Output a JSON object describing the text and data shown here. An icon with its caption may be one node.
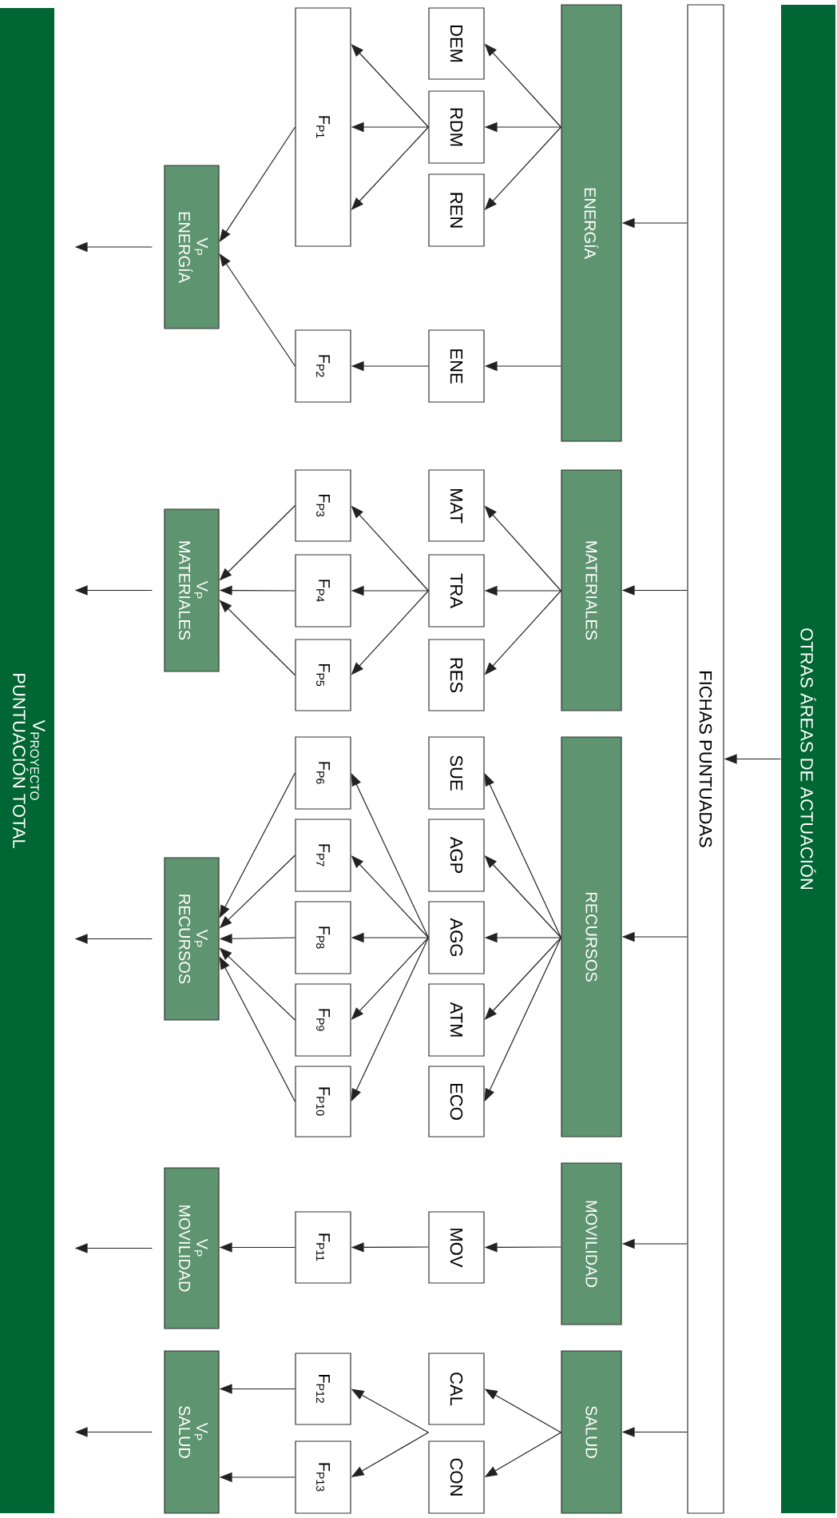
{
  "diagram": {
    "nodes": [
      {
        "text": [
          "OTRAS ÁREAS DE ACTUACIÓN"
        ]
      },
      {
        "text": [
          "FICHAS PUNTUADAS"
        ]
      },
      {
        "text": [
          "ENERGÍA"
        ]
      },
      {
        "text": [
          "MATERIALES"
        ]
      },
      {
        "text": [
          "RECURSOS"
        ]
      },
      {
        "text": [
          "MOVILIDAD"
        ]
      },
      {
        "text": [
          "SALUD"
        ]
      },
      {
        "text": [
          "DEM"
        ]
      },
      {
        "text": [
          "RDM"
        ]
      },
      {
        "text": [
          "REN"
        ]
      },
      {
        "text": [
          "ENE"
        ]
      },
      {
        "text": [
          "MAT"
        ]
      },
      {
        "text": [
          "TRA"
        ]
      },
      {
        "text": [
          "RES"
        ]
      },
      {
        "text": [
          "SUE"
        ]
      },
      {
        "text": [
          "AGP"
        ]
      },
      {
        "text": [
          "AGG"
        ]
      },
      {
        "text": [
          "ATM"
        ]
      },
      {
        "text": [
          "ECO"
        ]
      },
      {
        "text": [
          "MOV"
        ]
      },
      {
        "text": [
          "CAL"
        ]
      },
      {
        "text": [
          "CON"
        ]
      },
      {
        "text": [
          "F$_{P1}$"
        ]
      },
      {
        "text": [
          "F$_{P2}$"
        ]
      },
      {
        "text": [
          "F$_{P3}$"
        ]
      },
      {
        "text": [
          "F$_{P4}$"
        ]
      },
      {
        "text": [
          "F$_{P5}$"
        ]
      },
      {
        "text": [
          "F$_{P6}$"
        ]
      },
      {
        "text": [
          "F$_{P7}$"
        ]
      },
      {
        "text": [
          "F$_{P8}$"
        ]
      },
      {
        "text": [
          "F$_{P9}$"
        ]
      },
      {
        "text": [
          "F$_{P10}$"
        ]
      },
      {
        "text": [
          "F$_{P11}$"
        ]
      },
      {
        "text": [
          "F$_{P12}$"
        ]
      },
      {
        "text": [
          "F$_{P13}$"
        ]
      },
      {
        "text": [
          "V$_{P}$",
          "ENERGÍA"
        ]
      },
      {
        "text": [
          "V$_{P}$",
          "MATERIALES"
        ]
      },
      {
        "text": [
          "V$_{P}$",
          "RECURSOS"
        ]
      },
      {
        "text": [
          "V$_{P}$",
          "MOVILIDAD"
        ]
      },
      {
        "text": [
          "V$_{P}$",
          "SALUD"
        ]
      },
      {
        "text": [
          "V$_{PROYECTO}$",
          "PUNTUACIÓN TOTAL"
        ]
      }
    ],
    "edges": [
      {
        "from": 0,
        "to": 1,
        "arrow": "to"
      },
      {
        "from": 1,
        "to": 2,
        "arrow": "to"
      },
      {
        "from": 1,
        "to": 3,
        "arrow": "to"
      },
      {
        "from": 1,
        "to": 4,
        "arrow": "to"
      },
      {
        "from": 1,
        "to": 5,
        "arrow": "to"
      },
      {
        "from": 1,
        "to": 6,
        "arrow": "to"
      },
      {
        "from": 2,
        "to": 7,
        "arrow": "to"
      },
      {
        "from": 2,
        "to": 8,
        "arrow": "to"
      },
      {
        "from": 2,
        "to": 9,
        "arrow": "to"
      },
      {
        "from": 2,
        "to": 10,
        "arrow": "to"
      },
      {
        "from": 3,
        "to": 11,
        "arrow": "to"
      },
      {
        "from": 3,
        "to": 12,
        "arrow": "to"
      },
      {
        "from": 3,
        "to": 13,
        "arrow": "to"
      },
      {
        "from": 4,
        "to": 14,
        "arrow": "to"
      },
      {
        "from": 4,
        "to": 15,
        "arrow": "to"
      },
      {
        "from": 4,
        "to": 16,
        "arrow": "to"
      },
      {
        "from": 4,
        "to": 17,
        "arrow": "to"
      },
      {
        "from": 4,
        "to": 18,
        "arrow": "to"
      },
      {
        "from": 5,
        "to": 19,
        "arrow": "to"
      },
      {
        "from": 6,
        "to": 20,
        "arrow": "to"
      },
      {
        "from": 6,
        "to": 21,
        "arrow": "to"
      },
      {
        "from": 8,
        "to": 22,
        "arrow": "to"
      },
      {
        "from": 8,
        "to": 22,
        "arrow": "to"
      },
      {
        "from": 8,
        "to": 22,
        "arrow": "to"
      },
      {
        "from": 10,
        "to": 23,
        "arrow": "to"
      },
      {
        "from": 12,
        "to": 24,
        "arrow": "to"
      },
      {
        "from": 12,
        "to": 25,
        "arrow": "to"
      },
      {
        "from": 12,
        "to": 26,
        "arrow": "to"
      },
      {
        "from": 16,
        "to": 27,
        "arrow": "to"
      },
      {
        "from": 16,
        "to": 28,
        "arrow": "to"
      },
      {
        "from": 16,
        "to": 29,
        "arrow": "to"
      },
      {
        "from": 16,
        "to": 30,
        "arrow": "to"
      },
      {
        "from": 16,
        "to": 31,
        "arrow": "to"
      },
      {
        "from": 19,
        "to": 32,
        "arrow": "to"
      },
      {
        "from": 20,
        "to": 33,
        "arrow": "to"
      },
      {
        "from": 21,
        "to": 34,
        "arrow": "to"
      },
      {
        "from": 22,
        "to": 35,
        "arrow": "to"
      },
      {
        "from": 23,
        "to": 35,
        "arrow": "to"
      },
      {
        "from": 24,
        "to": 36,
        "arrow": "to"
      },
      {
        "from": 25,
        "to": 36,
        "arrow": "to"
      },
      {
        "from": 26,
        "to": 36,
        "arrow": "to"
      },
      {
        "from": 27,
        "to": 37,
        "arrow": "to"
      },
      {
        "from": 28,
        "to": 37,
        "arrow": "to"
      },
      {
        "from": 29,
        "to": 37,
        "arrow": "to"
      },
      {
        "from": 30,
        "to": 37,
        "arrow": "to"
      },
      {
        "from": 31,
        "to": 37,
        "arrow": "to"
      },
      {
        "from": 32,
        "to": 38,
        "arrow": "to"
      },
      {
        "from": 33,
        "to": 39,
        "arrow": "to"
      },
      {
        "from": 34,
        "to": 39,
        "arrow": "to"
      },
      {
        "from": 35,
        "to": 40,
        "arrow": "to"
      },
      {
        "from": 36,
        "to": 40,
        "arrow": "to"
      },
      {
        "from": 37,
        "to": 40,
        "arrow": "to"
      },
      {
        "from": 38,
        "to": 40,
        "arrow": "to"
      },
      {
        "from": 39,
        "to": 40,
        "arrow": "to"
      }
    ]
  }
}
